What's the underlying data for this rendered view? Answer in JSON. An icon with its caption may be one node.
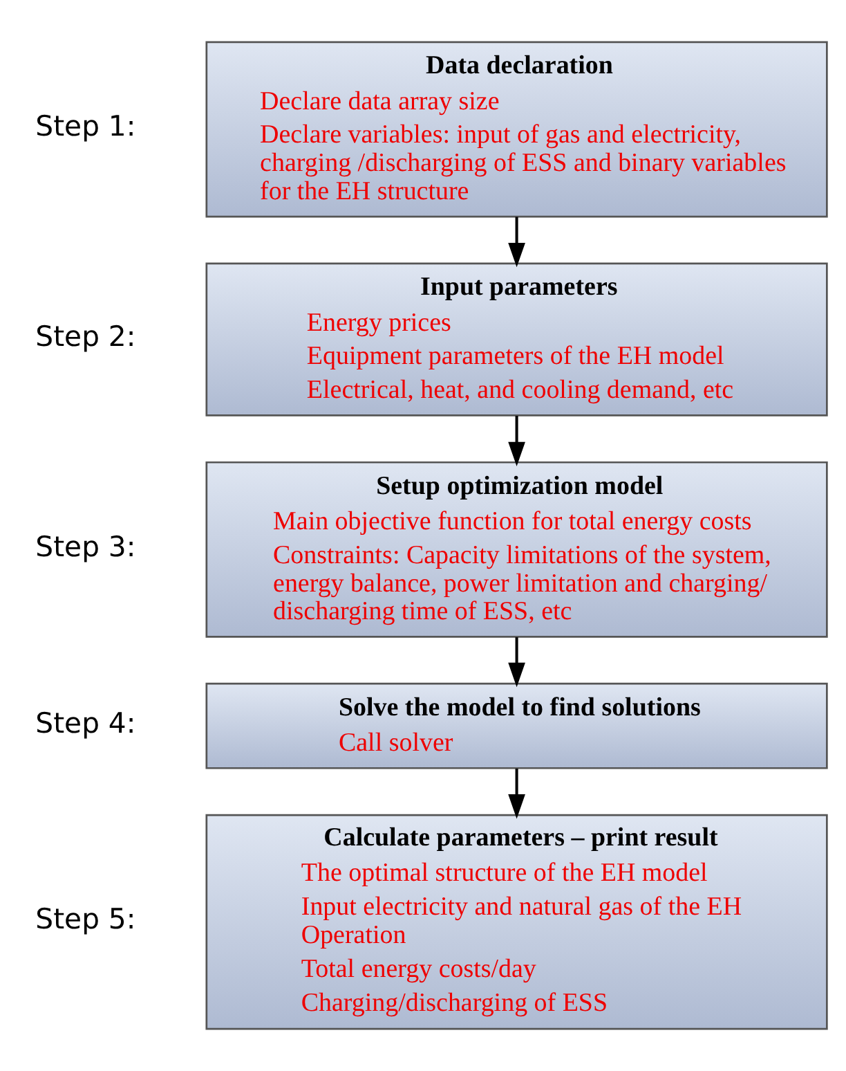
{
  "diagram": {
    "nodes": [
      {
        "text": [
          "Data declaration",
          "Declare data array size",
          "Declare variables: input of gas and electricity, charging /discharging of ESS and binary variables for the EH structure"
        ],
        "beside": [
          "Step 1:"
        ]
      },
      {
        "text": [
          "Input parameters",
          "Energy prices",
          "Equipment parameters of the EH model",
          "Electrical, heat, and cooling demand, etc"
        ],
        "beside": [
          "Step 2:"
        ]
      },
      {
        "text": [
          "Setup optimization model",
          "Main objective function for total energy costs",
          "Constraints: Capacity limitations of the system, energy balance, power limitation and charging/ discharging time of ESS, etc"
        ],
        "beside": [
          "Step 3:"
        ]
      },
      {
        "text": [
          "Solve the model to find solutions",
          "Call solver"
        ],
        "beside": [
          "Step 4:"
        ]
      },
      {
        "text": [
          "Calculate parameters – print result",
          "The optimal structure of the EH model",
          "Input electricity and natural gas of the EH Operation",
          "Total energy costs/day",
          "Charging/discharging of ESS"
        ],
        "beside": [
          "Step 5:"
        ]
      }
    ],
    "edges": [
      {
        "from": 0,
        "to": 1,
        "arrow": "to"
      },
      {
        "from": 1,
        "to": 2,
        "arrow": "to"
      },
      {
        "from": 2,
        "to": 3,
        "arrow": "to"
      },
      {
        "from": 3,
        "to": 4,
        "arrow": "to"
      }
    ]
  }
}
